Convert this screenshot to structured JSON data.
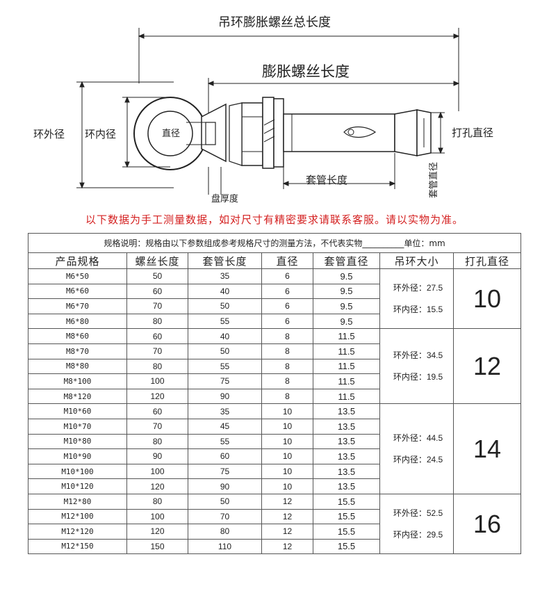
{
  "drawing": {
    "total_length_label": "吊环膨胀螺丝总长度",
    "screw_length_label": "膨胀螺丝长度",
    "ring_outer_label": "环外径",
    "ring_inner_label": "环内径",
    "diameter_label": "直径",
    "disc_thickness_label": "盘厚度",
    "sleeve_length_label": "套管长度",
    "sleeve_diameter_label": "套管直径",
    "hole_diameter_label": "打孔直径"
  },
  "notice": "以下数据为手工测量数据，如对尺寸有精密要求请联系客服。请以实物为准。",
  "table": {
    "note": "规格说明：规格由以下参数组成参考规格尺寸的测量方法，不代表实物__________单位：mm",
    "headers": [
      "产品规格",
      "螺丝长度",
      "套管长度",
      "直径",
      "套管直径",
      "吊环大小",
      "打孔直径"
    ],
    "groups": [
      {
        "ring_outer": "环外径：27.5",
        "ring_inner": "环内径：15.5",
        "hole": "10",
        "rows": [
          [
            "M6*50",
            "50",
            "35",
            "6",
            "9.5"
          ],
          [
            "M6*60",
            "60",
            "40",
            "6",
            "9.5"
          ],
          [
            "M6*70",
            "70",
            "50",
            "6",
            "9.5"
          ],
          [
            "M6*80",
            "80",
            "55",
            "6",
            "9.5"
          ]
        ]
      },
      {
        "ring_outer": "环外径：34.5",
        "ring_inner": "环内径：19.5",
        "hole": "12",
        "rows": [
          [
            "M8*60",
            "60",
            "40",
            "8",
            "11.5"
          ],
          [
            "M8*70",
            "70",
            "50",
            "8",
            "11.5"
          ],
          [
            "M8*80",
            "80",
            "55",
            "8",
            "11.5"
          ],
          [
            "M8*100",
            "100",
            "75",
            "8",
            "11.5"
          ],
          [
            "M8*120",
            "120",
            "90",
            "8",
            "11.5"
          ]
        ]
      },
      {
        "ring_outer": "环外径：44.5",
        "ring_inner": "环内径：24.5",
        "hole": "14",
        "rows": [
          [
            "M10*60",
            "60",
            "35",
            "10",
            "13.5"
          ],
          [
            "M10*70",
            "70",
            "45",
            "10",
            "13.5"
          ],
          [
            "M10*80",
            "80",
            "55",
            "10",
            "13.5"
          ],
          [
            "M10*90",
            "90",
            "60",
            "10",
            "13.5"
          ],
          [
            "M10*100",
            "100",
            "75",
            "10",
            "13.5"
          ],
          [
            "M10*120",
            "120",
            "90",
            "10",
            "13.5"
          ]
        ]
      },
      {
        "ring_outer": "环外径：52.5",
        "ring_inner": "环内径：29.5",
        "hole": "16",
        "rows": [
          [
            "M12*80",
            "80",
            "50",
            "12",
            "15.5"
          ],
          [
            "M12*100",
            "100",
            "70",
            "12",
            "15.5"
          ],
          [
            "M12*120",
            "120",
            "80",
            "12",
            "15.5"
          ],
          [
            "M12*150",
            "150",
            "110",
            "12",
            "15.5"
          ]
        ]
      }
    ]
  }
}
